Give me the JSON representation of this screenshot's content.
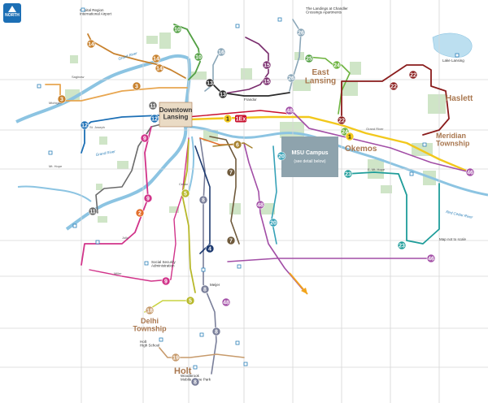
{
  "north_label": "NORTH",
  "towns": {
    "east_lansing": "East\nLansing",
    "okemos": "Okemos",
    "haslett": "Haslett",
    "meridian": "Meridian\nTownship",
    "delhi": "Delhi\nTownship",
    "holt": "Holt"
  },
  "downtown_label": "Downtown\nLansing",
  "campus": {
    "title": "MSU Campus",
    "sub": "(see detail below)"
  },
  "water": {
    "lake_lansing": "Lake Lansing",
    "grand_river": "Grand River",
    "grand_river_2": "Grand River",
    "red_cedar": "Red Cedar River"
  },
  "roads": {
    "saginaw": "Saginaw",
    "st_joseph": "St. Joseph",
    "mt_hope": "Mt. Hope",
    "jolly": "Jolly",
    "miller": "Miller",
    "cedar": "Cedar",
    "e_mt_hope": "E. Mt. Hope",
    "grand_river_ave": "Grand River",
    "michigan": "Michigan"
  },
  "landmarks": {
    "capital_region": "Capital Region\nInternational Airport",
    "frandor": "Frandor",
    "meijer": "Meijer",
    "holt_high": "Holt\nHigh School",
    "woodbrook": "Woodbrook\nMobile Home Park",
    "soc_sec": "Social Security\nAdministration",
    "mapnote": "Map not to scale",
    "crossing": "The Landings at Chandler\nCrossings Apartments"
  },
  "route_badges": [
    {
      "n": "14",
      "color": "#c8822e"
    },
    {
      "n": "14",
      "color": "#c8822e"
    },
    {
      "n": "14",
      "color": "#c8822e"
    },
    {
      "n": "3",
      "color": "#c8822e"
    },
    {
      "n": "3",
      "color": "#c8822e"
    },
    {
      "n": "11",
      "color": "#6b6b6b"
    },
    {
      "n": "11",
      "color": "#6b6b6b"
    },
    {
      "n": "12",
      "color": "#1c6fb5"
    },
    {
      "n": "12",
      "color": "#1c6fb5"
    },
    {
      "n": "10",
      "color": "#53a044"
    },
    {
      "n": "10",
      "color": "#53a044"
    },
    {
      "n": "16",
      "color": "#8aa6b8"
    },
    {
      "n": "15",
      "color": "#7a2d6e"
    },
    {
      "n": "15",
      "color": "#7a2d6e"
    },
    {
      "n": "13",
      "color": "#2a2a2a"
    },
    {
      "n": "13",
      "color": "#2a2a2a"
    },
    {
      "n": "26",
      "color": "#8aa6b8"
    },
    {
      "n": "26",
      "color": "#8aa6b8"
    },
    {
      "n": "25",
      "color": "#53a044"
    },
    {
      "n": "24",
      "color": "#6db33f"
    },
    {
      "n": "24",
      "color": "#6db33f"
    },
    {
      "n": "22",
      "color": "#8a1c1c"
    },
    {
      "n": "22",
      "color": "#8a1c1c"
    },
    {
      "n": "22",
      "color": "#8a1c1c"
    },
    {
      "n": "9",
      "color": "#d1348a"
    },
    {
      "n": "9",
      "color": "#d1348a"
    },
    {
      "n": "9",
      "color": "#d1348a"
    },
    {
      "n": "7",
      "color": "#6f5a3c"
    },
    {
      "n": "7",
      "color": "#6f5a3c"
    },
    {
      "n": "4",
      "color": "#1d3a70"
    },
    {
      "n": "5",
      "color": "#b7b82a"
    },
    {
      "n": "5",
      "color": "#b7b82a"
    },
    {
      "n": "8",
      "color": "#7a7f9a"
    },
    {
      "n": "8",
      "color": "#7a7f9a"
    },
    {
      "n": "8",
      "color": "#7a7f9a"
    },
    {
      "n": "8",
      "color": "#7a7f9a"
    },
    {
      "n": "48",
      "color": "#a24ea6"
    },
    {
      "n": "48",
      "color": "#a24ea6"
    },
    {
      "n": "48",
      "color": "#a24ea6"
    },
    {
      "n": "46",
      "color": "#a24ea6"
    },
    {
      "n": "46",
      "color": "#a24ea6"
    },
    {
      "n": "23",
      "color": "#1f9d9a"
    },
    {
      "n": "23",
      "color": "#1f9d9a"
    },
    {
      "n": "20",
      "color": "#35a1b7"
    },
    {
      "n": "20",
      "color": "#35a1b7"
    },
    {
      "n": "1",
      "color": "#f2c81c"
    },
    {
      "n": "1",
      "color": "#f2c81c"
    },
    {
      "n": "19",
      "color": "#c79a6b"
    },
    {
      "n": "18",
      "color": "#c79a6b"
    },
    {
      "n": "2",
      "color": "#e36f2c"
    },
    {
      "n": "6",
      "color": "#a6812e"
    },
    {
      "n": "1Ex",
      "color": "#c8102e"
    }
  ]
}
